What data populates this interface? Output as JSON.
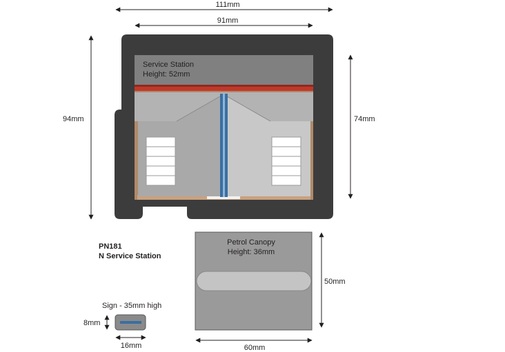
{
  "dimensions": {
    "overall_width": "111mm",
    "inner_width": "91mm",
    "overall_depth": "94mm",
    "inner_depth": "74mm",
    "canopy_depth": "50mm",
    "canopy_width": "60mm",
    "sign_height": "8mm",
    "sign_width": "16mm"
  },
  "building": {
    "name": "Service Station",
    "height": "Height: 52mm"
  },
  "product": {
    "code": "PN181",
    "name": "N Service Station"
  },
  "canopy": {
    "name": "Petrol Canopy",
    "height": "Height: 36mm"
  },
  "sign": {
    "label": "Sign - 35mm high"
  },
  "colors": {
    "base": "#3c3c3c",
    "roof": "#808080",
    "ridge_red": "#c0392b",
    "ridge_blue": "#3a6fa0",
    "canopy": "#9a9a9a"
  }
}
